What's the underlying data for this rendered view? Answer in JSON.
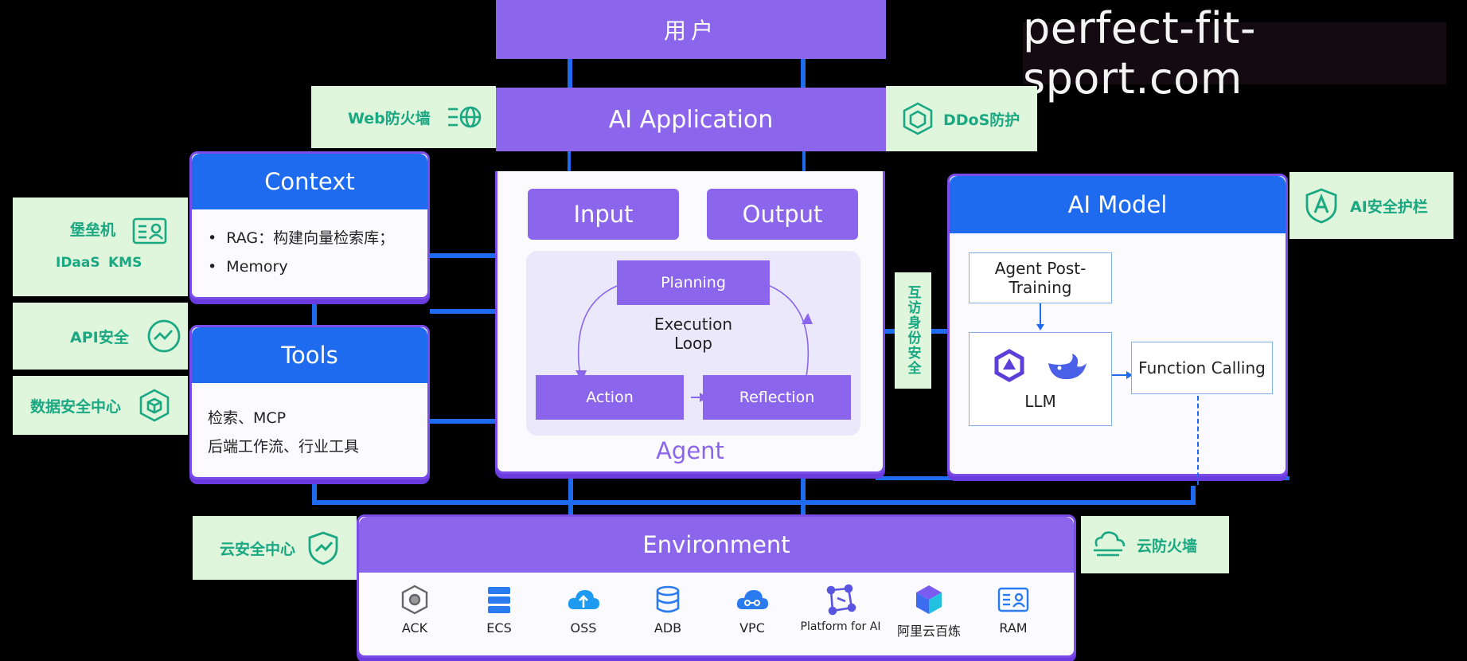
{
  "user": "用户",
  "app": "AI Application",
  "watermark": "perfect-fit-sport.com",
  "security": {
    "web_firewall": "Web防火墙",
    "ddos": "DDoS防护",
    "bastion": "堡垒机",
    "idaas": "IDaaS",
    "kms": "KMS",
    "api": "API安全",
    "data_center": "数据安全中心",
    "ai_guard": "AI安全护栏",
    "mutual_auth": "互访身份安全",
    "cloud_center": "云安全中心",
    "cloud_firewall": "云防火墙"
  },
  "context": {
    "title": "Context",
    "items": [
      "RAG：构建向量检索库；",
      "Memory"
    ]
  },
  "tools": {
    "title": "Tools",
    "lines": [
      "检索、MCP",
      "后端工作流、行业工具"
    ]
  },
  "agent": {
    "label": "Agent",
    "input": "Input",
    "output": "Output",
    "planning": "Planning",
    "loop": "Execution Loop",
    "action": "Action",
    "reflection": "Reflection"
  },
  "model": {
    "title": "AI Model",
    "post_training": "Agent Post-Training",
    "llm": "LLM",
    "function_calling": "Function Calling"
  },
  "environment": {
    "title": "Environment",
    "services": [
      {
        "label": "ACK",
        "icon": "ack-icon"
      },
      {
        "label": "ECS",
        "icon": "ecs-icon"
      },
      {
        "label": "OSS",
        "icon": "oss-icon"
      },
      {
        "label": "ADB",
        "icon": "adb-icon"
      },
      {
        "label": "VPC",
        "icon": "vpc-icon"
      },
      {
        "label": "Platform for AI",
        "icon": "pai-icon"
      },
      {
        "label": "阿里云百炼",
        "icon": "bailian-icon"
      },
      {
        "label": "RAM",
        "icon": "ram-icon"
      }
    ]
  },
  "colors": {
    "purple": "#8b66ec",
    "blue": "#1f6bf0",
    "green_bg": "#dff5dc",
    "green_text": "#1aa882"
  }
}
